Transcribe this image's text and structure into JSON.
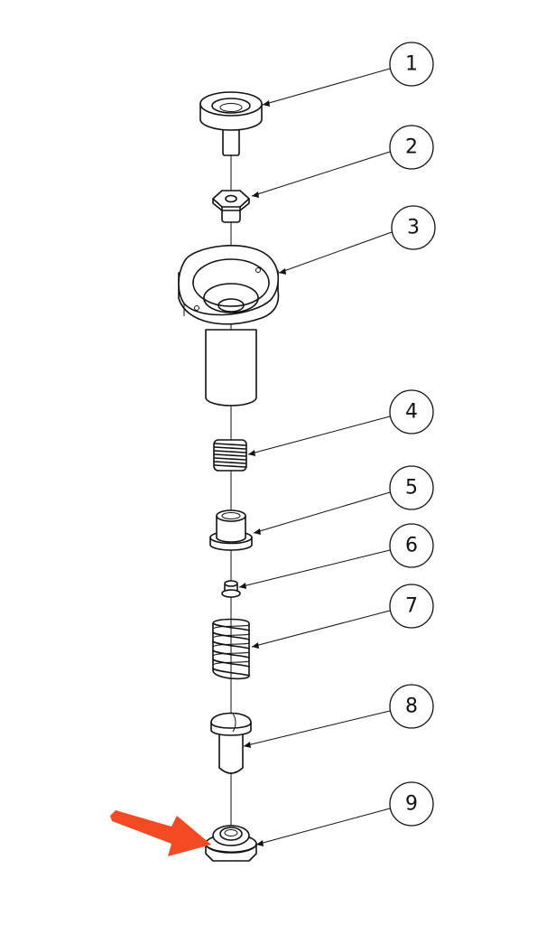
{
  "callouts": [
    {
      "label": "1"
    },
    {
      "label": "2"
    },
    {
      "label": "3"
    },
    {
      "label": "4"
    },
    {
      "label": "5"
    },
    {
      "label": "6"
    },
    {
      "label": "7"
    },
    {
      "label": "8"
    },
    {
      "label": "9"
    }
  ],
  "colors": {
    "line": "#111111",
    "background": "#ffffff",
    "arrow": "#f24a22"
  }
}
